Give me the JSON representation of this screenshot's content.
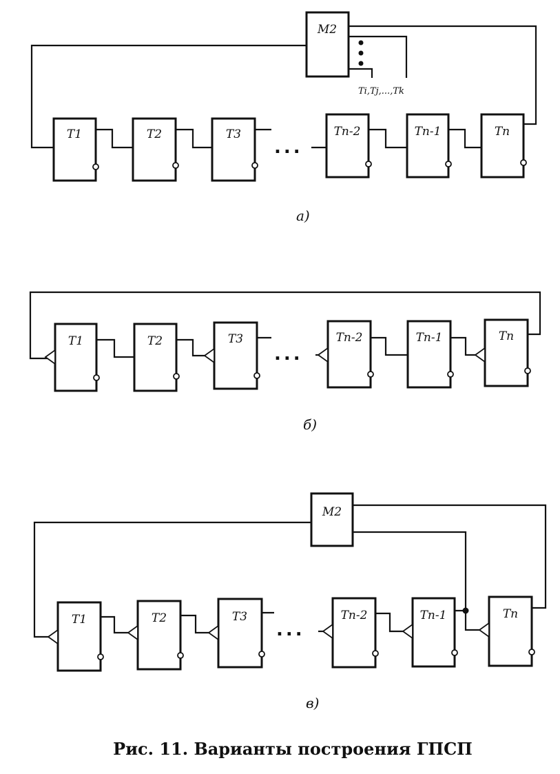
{
  "diagram_a": {
    "subcaption": "a)",
    "mod2_label": "M2",
    "taps_label": "Ti,Tj,...,Tk",
    "ellipsis": "...",
    "triggers": [
      "T1",
      "T2",
      "T3",
      "Tn-2",
      "Tn-1",
      "Tn"
    ]
  },
  "diagram_b": {
    "subcaption": "б)",
    "ellipsis": "...",
    "triggers": [
      "T1",
      "T2",
      "T3",
      "Tn-2",
      "Tn-1",
      "Tn"
    ]
  },
  "diagram_c": {
    "subcaption": "в)",
    "mod2_label": "M2",
    "ellipsis": "...",
    "triggers": [
      "T1",
      "T2",
      "T3",
      "Tn-2",
      "Tn-1",
      "Tn"
    ]
  },
  "caption": "Рис. 11. Варианты построения ГПСП"
}
